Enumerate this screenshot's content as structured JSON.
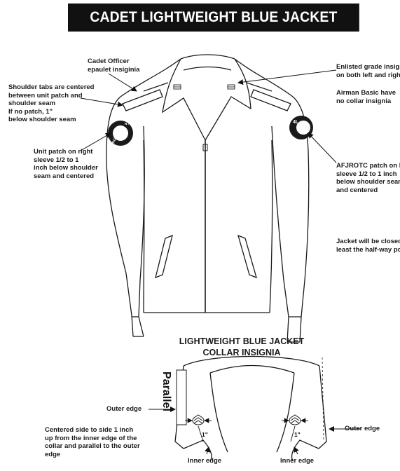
{
  "title": "CADET LIGHTWEIGHT BLUE JACKET",
  "notes": {
    "officer_epaulet": [
      "Cadet Officer",
      "epaulet insiginia"
    ],
    "shoulder_tabs": [
      "Shoulder tabs are centered",
      "between unit patch and",
      "shoulder seam",
      "If no patch, 1\"",
      "below shoulder seam"
    ],
    "unit_patch": [
      "Unit patch on right",
      "sleeve 1/2  to 1",
      "inch below shoulder",
      "seam and centered"
    ],
    "enlisted_grade": [
      "Enlisted grade insignia w",
      "on both left and right co"
    ],
    "airman_basic": [
      "Airman Basic have",
      "no collar insignia"
    ],
    "afjrotc_patch": [
      "AFJROTC patch on left",
      "sleeve 1/2 to 1 inch",
      "below shoulder seam",
      "and centered"
    ],
    "jacket_closed": [
      "Jacket will be closed to",
      "least the half-way point"
    ],
    "collar_centered": [
      "Centered side to side 1 inch",
      "up from the inner edge of the",
      "collar and parallel to the outer",
      "edge"
    ]
  },
  "collar_section": {
    "title_line1": "LIGHTWEIGHT BLUE JACKET",
    "title_line2": "COLLAR INSIGNIA",
    "parallel_label": "Parallel",
    "outer_edge_left": "Outer edge",
    "outer_edge_right": "Outer edge",
    "inner_edge_left": "Inner edge",
    "inner_edge_right": "Inner edge",
    "measure_left": "1\"",
    "measure_right": "1\""
  },
  "patch_text": {
    "right_sleeve_top": "N I G H",
    "right_sleeve_bottom": "ROTC",
    "left_sleeve": "4L"
  }
}
